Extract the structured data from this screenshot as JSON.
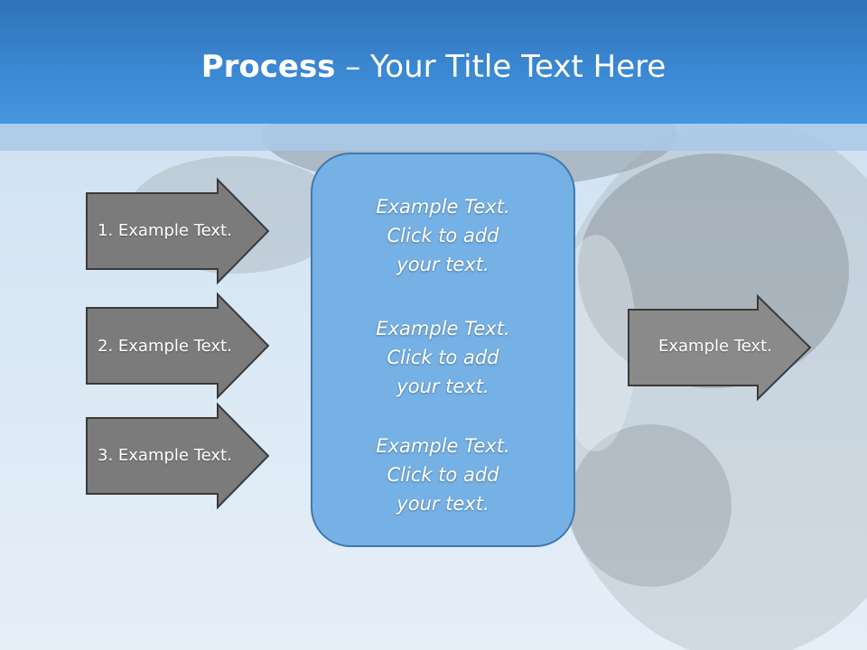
{
  "title": {
    "strong": "Process",
    "rest": " – Your Title Text Here"
  },
  "left_arrows": [
    {
      "label": "1. Example Text."
    },
    {
      "label": "2. Example Text."
    },
    {
      "label": "3. Example Text."
    }
  ],
  "center_blocks": [
    {
      "lines": [
        "Example Text.",
        "Click  to add",
        "your text."
      ]
    },
    {
      "lines": [
        "Example Text.",
        "Click  to add",
        "your text."
      ]
    },
    {
      "lines": [
        "Example Text.",
        "Click  to add",
        "your text."
      ]
    }
  ],
  "right_arrow": {
    "label": "Example Text."
  },
  "colors": {
    "header": "#3a87d2",
    "arrow_fill": "#7b7b7b",
    "arrow_stroke": "#3a3a3a",
    "center_fill": "#76b1e6",
    "center_stroke": "#3f78b0"
  }
}
